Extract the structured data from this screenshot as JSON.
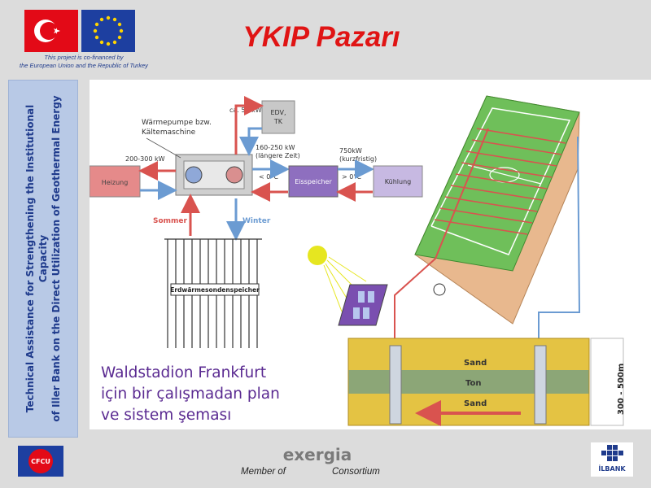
{
  "header": {
    "title": "YKIP Pazarı",
    "cofinance_line1": "This project is co-financed by",
    "cofinance_line2": "the European Union and the Republic of Turkey"
  },
  "sidebar": {
    "line1": "Technical Assistance for Strengthening the Institutional Capacity",
    "line2": "of Iller Bank on the Direct Utilization of Geothermal Energy"
  },
  "diagram": {
    "heatpump_label_1": "Wärmepumpe bzw.",
    "heatpump_label_2": "Kältemaschine",
    "heizung": "Heizung",
    "power_heating": "200-300 kW",
    "ca50": "ca. 50 kW",
    "edv_1": "EDV,",
    "edv_2": "TK",
    "power_ice_1": "160-250 kW",
    "power_ice_2": "(längere Zeit)",
    "power_cool_1": "750kW",
    "power_cool_2": "(kurzfristig)",
    "lt0": "< 0°C",
    "gt0": "> 0°C",
    "eisspeicher": "Eisspeicher",
    "kuehlung": "Kühlung",
    "sommer": "Sommer",
    "winter": "Winter",
    "erdwaerme": "Erdwärmesondenspeicher",
    "sand_top": "Sand",
    "ton": "Ton",
    "sand_bottom": "Sand",
    "depth": "300 - 500m"
  },
  "caption": {
    "line1": "Waldstadion Frankfurt",
    "line2": "için bir çalışmadan plan",
    "line3": "ve sistem şeması"
  },
  "footer": {
    "cfcu": "CFCU",
    "exergia": "exergia",
    "member": "Member of",
    "consortium": "Consortium",
    "ilbank": "İLBANK"
  },
  "colors": {
    "title": "#e01414",
    "caption": "#5a2a91",
    "sidebar_bg": "#b8c9e6",
    "sidebar_text": "#1f3b8c",
    "pipe_hot": "#d9534f",
    "pipe_cold": "#6b9bd2"
  }
}
